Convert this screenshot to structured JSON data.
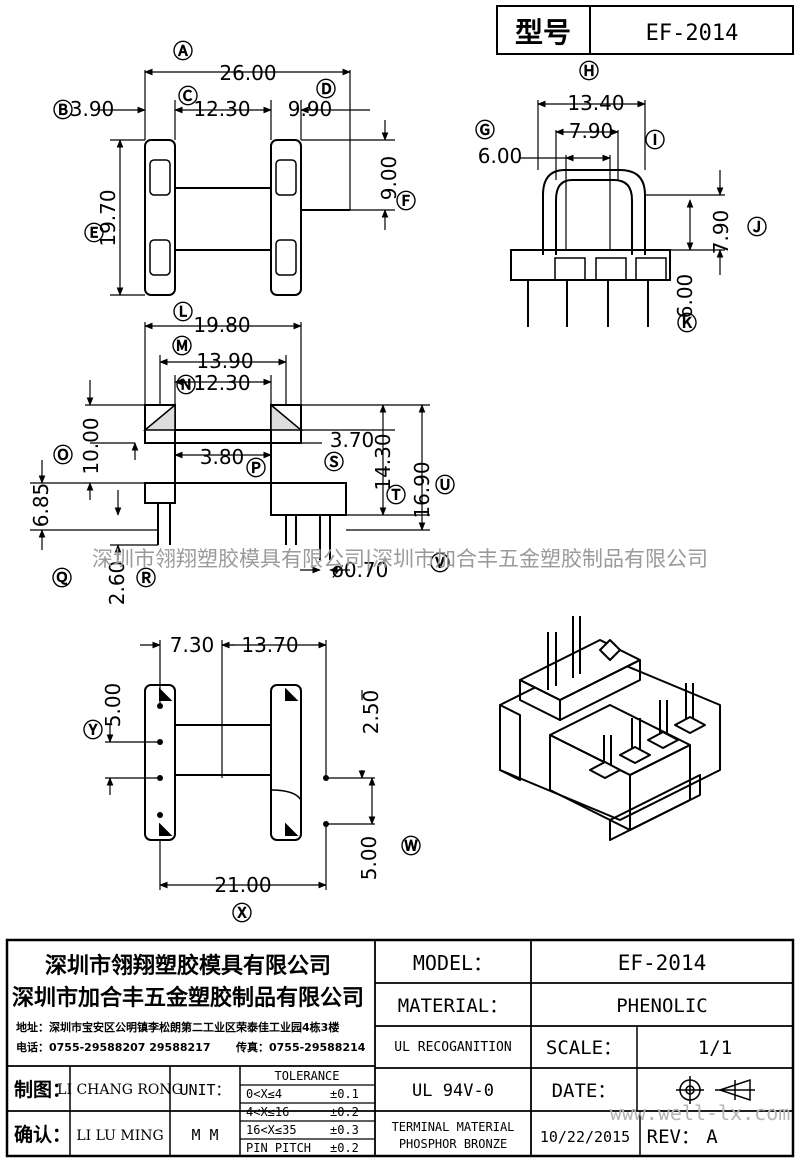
{
  "header": {
    "type_label": "型号",
    "model_value": "EF-2014"
  },
  "watermark": {
    "text": "深圳市翎翔塑胶模具有限公司|深圳市加合丰五金塑胶制品有限公司",
    "url": "www.well-lx.com"
  },
  "dims": {
    "d2600": "26.00",
    "d390": "3.90",
    "d1230a": "12.30",
    "d990": "9.90",
    "d900": "9.00",
    "d1970": "19.70",
    "d1340": "13.40",
    "d790a": "7.90",
    "d600a": "6.00",
    "d790b": "7.90",
    "d600b": "6.00",
    "d1980": "19.80",
    "d1390": "13.90",
    "d1230b": "12.30",
    "d1000": "10.00",
    "d370": "3.70",
    "d380": "3.80",
    "d1430": "14.30",
    "d1690": "16.90",
    "d685": "6.85",
    "d260": "2.60",
    "d070": "ø0.70",
    "d730": "7.30",
    "d1370": "13.70",
    "d500a": "5.00",
    "d250": "2.50",
    "d500b": "5.00",
    "d2100": "21.00"
  },
  "letters": {
    "A": "Ⓐ",
    "B": "Ⓑ",
    "C": "Ⓒ",
    "D": "Ⓓ",
    "E": "Ⓔ",
    "F": "Ⓕ",
    "G": "Ⓖ",
    "H": "Ⓗ",
    "I": "Ⓘ",
    "J": "Ⓙ",
    "K": "Ⓚ",
    "L": "Ⓛ",
    "M": "Ⓜ",
    "N": "Ⓝ",
    "O": "Ⓞ",
    "P": "Ⓟ",
    "Q": "Ⓠ",
    "R": "Ⓡ",
    "S": "Ⓢ",
    "T": "Ⓣ",
    "U": "Ⓤ",
    "V": "Ⓥ",
    "W": "Ⓦ",
    "X": "Ⓧ",
    "Y": "Ⓨ"
  },
  "title_block": {
    "company1": "深圳市翎翔塑胶模具有限公司",
    "company2": "深圳市加合丰五金塑胶制品有限公司",
    "address": "地址：深圳市宝安区公明镇李松朗第二工业区荣泰佳工业园4栋3楼",
    "phone": "电话：0755-29588207  29588217",
    "fax": "传真：0755-29588214",
    "drawn_label": "制图：",
    "drawn_name": "LI CHANG RONG",
    "check_label": "确认：",
    "check_name": "LI LU MING",
    "unit_label": "UNIT：",
    "unit_value": "M M",
    "tol_title": "TOLERANCE",
    "tol_rows": [
      {
        "range": "0<X≤4",
        "value": "±0.1"
      },
      {
        "range": "4<X≤16",
        "value": "±0.2"
      },
      {
        "range": "16<X≤35",
        "value": "±0.3"
      },
      {
        "range": "PIN PITCH",
        "value": "±0.2"
      }
    ],
    "model_label": "MODEL：",
    "model_value": "EF-2014",
    "material_label": "MATERIAL：",
    "material_value": "PHENOLIC",
    "ul_label": "UL RECOGANITION",
    "ul_value": "UL 94V-0",
    "scale_label": "SCALE：",
    "scale_value": "1/1",
    "date_label": "DATE：",
    "date_value": "10/22/2015",
    "terminal1": "TERMINAL MATERIAL",
    "terminal2": "PHOSPHOR  BRONZE",
    "rev_label": "REV：",
    "rev_value": "A"
  }
}
